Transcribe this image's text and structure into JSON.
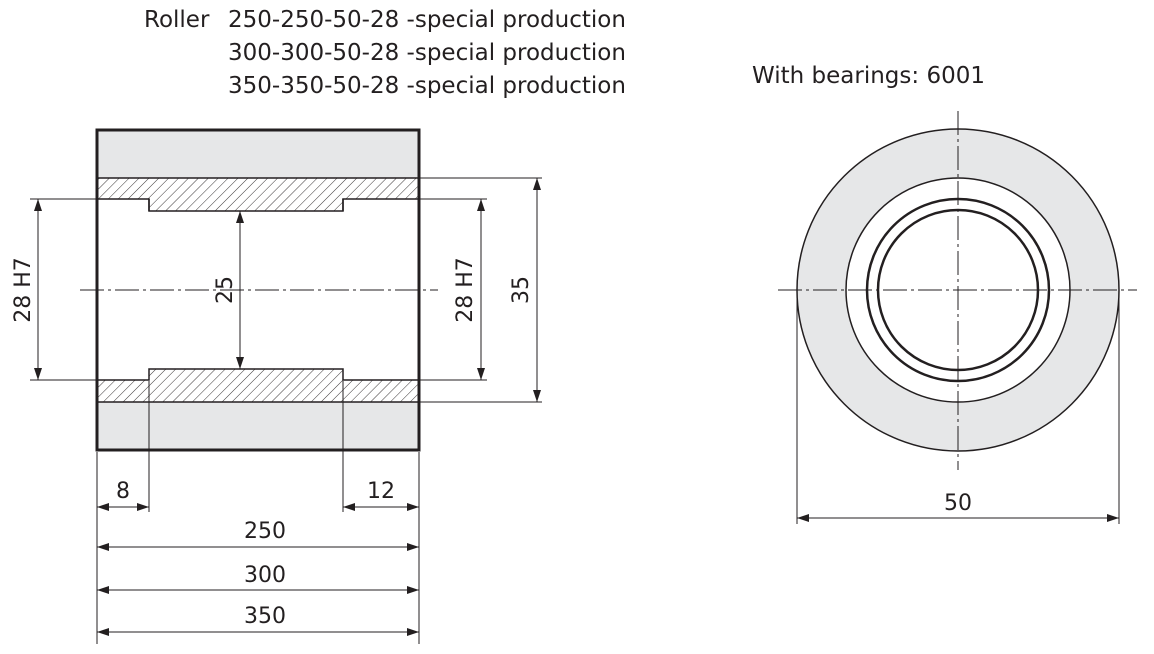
{
  "header": {
    "label": "Roller",
    "lines": [
      "250-250-50-28 -special production",
      "300-300-50-28 -special production",
      "350-350-50-28 -special production"
    ],
    "bearings": "With bearings: 6001"
  },
  "dimensions": {
    "left_bore": "28 H7",
    "inner": "25",
    "right_bore": "28 H7",
    "outer": "35",
    "left_step": "8",
    "right_step": "12",
    "length_1": "250",
    "length_2": "300",
    "length_3": "350",
    "diameter": "50"
  },
  "colors": {
    "line": "#231f20",
    "fill": "#e6e7e8"
  }
}
